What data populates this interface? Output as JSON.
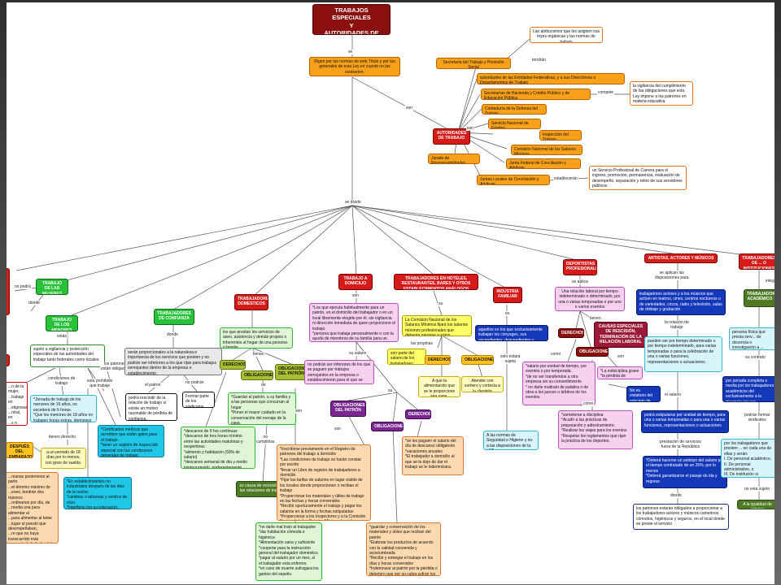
{
  "nodes": {
    "title": "TRABAJOS ESPECIALES\nY\nAUTORIDADES DE TRABAJO",
    "rigen": "Rigen por las normas de este Título y por las generales de esta Ley en cuanto no las contraríen.",
    "autoridades": "AUTORIDADES DE TRABAJO",
    "stps": "Secretaría del Trabajo y Previsión Social",
    "stps_attr": "Las atribuciones que les asignen sus leyes orgánicas y las normas de trabajo",
    "entidades": "autoridades de las Entidades Federativas, y a sus Direcciones o Departamentos de Trabajo",
    "shcp": "Secretarías de Hacienda y Crédito Público y de Educación Pública",
    "shcp_comp": "la vigilancia del cumplimiento de las obligaciones que esta Ley impone a los patrones en materia educativa",
    "defensa": "Contaduría de la Defensa del Trabajo",
    "empleo": "Servicio Nacional de Empleo",
    "inspeccion": "Inspección del Trabajo",
    "salarios": "Comisión Nacional de los Salarios Mínimos",
    "junta_fed": "Junta Federal de Conciliación y Arbitraje",
    "juntas_locales": "Juntas Locales de Conciliación y Arbitraje",
    "jurado": "Jurado de Responsabilidades.",
    "servicio_prof": "un Servicio Profesional de Carrera para el ingreso, promoción, permanencia, evaluación de desempeño, separación y retiro de sus servidores públicos.",
    "red_left": "",
    "mujeres": "TRABAJO DE LAS MUJERES",
    "menores": "TRABAJO DE LOS MENORES",
    "menores_desc": "sujeto a vigilancia y protección especiales de las autoridades del trabajo tanto federales como locales.",
    "cond_trabajo": "",
    "menores_16": "*Jornada de trabajo de los menores de 16 años, no excederá de 6 horas.\n*Que los menores de 18 años no trabajen horas extras, domingos y descanso obligatorio",
    "periodo_vac": "a un periodo de 18 días por lo menos, con goce de sueldo.",
    "despues": "DESPUÉS DEL EMBARAZO",
    "mujer_left": "...n de la mujer,\n...trabajo en\n...eligrosas,\n...ntral, en\n...s o después\n... de la noche,\n...ordinarias.",
    "mujer_emb": "...manas posteriores al parto\n...el término máximo de\n...eses,   tendrán dos reposos\n...ordinarios por día,   de\n...media una para alimentar al\n...para alimentar al bebe\n...lugar al puesto que desempeñaban,\n...re que no haya transcurrido más\n...a partir de la fecha del parto.\n...n computen en su antigüedad los\n...s pre y pos natales\n...de guardería infantil se prestarán\n...nstituto Mexicano del Seguro Social",
    "patrones_menores": "*Certificados médicos que acrediten que están aptos para el trabajo.\n*tener un registro de inspección especial con las condiciones generales de trabajo.\n*Distribuir su trabajo para que cuente con el tiempo necesario para el estudio",
    "establecimientos": "*En establecimientos no industriales después de las diez de la noche.\n*cantinas o tabernas y centros de vicio\n*Interfiera con su educación, esparcimiento y   recreación",
    "confianza": "TRABAJADORES DE CONFIANZA",
    "confianza_desc": "serán proporcionales a la naturaleza e importancia de los servicios que presten y no podrán ser inferiores a los que rijan  para trabajos semejantes dentro de la empresa o establecimiento.",
    "rescindir": "podrá rescindir de la relación de trabajo si existe un motivo razonable de pérdida de confianza.",
    "sindicatos": "Formar parte de los sindicatos.",
    "domesticos": "TRABAJADORES DOMESTICOS",
    "dom_desc": "los que prestan los servicios de aseo, asistencia y demás propios o inherentes al hogar de una persona o familia.",
    "derechos_dom": "DERECHOS",
    "oblig_dom": "OBLIGACIONES",
    "oblig_patron_dom": "OBLIGACIONES DEL PATRÓN",
    "descanso_dom": "*descanso de 9 hrs continuas\n*descanso de tres horas mínimo entre las actividades matutinas y vespertinas\n*alimento y habitación (50% de salario)\n*descanso semanal de día y medio ininterrumpido, preferentemente sábado y domingos.",
    "guardar_dom": "*Guardar al patrón, a su familia y a las personas que concurran al hogar\n*Poner el mayor cuidado en la conservación del menaje de la casa.",
    "rescision_dom": "es causa de rescisión de las relaciones de trabajo",
    "patron_dom": "*no darle mal trato al trabajador\n*dar habitación cómoda e higiénica\n*Alimentación sana y suficiente\n*cooperar para la instrucción general del trabajador doméstico\n*pagar al salario por un mes, si el trabajador esta enfermo.\n*en caso de muerte sufragara los gastos del sepelio.",
    "domicilio": "TRABAJO A DOMICILIO",
    "dom_def": "*Los que ejecuta habitualmente para un patrón, en el domicilio del trabajador o en un local libremente elegido por él, sin vigilancia ni dirección inmediata de quien proporcione el trabajo.\n*persona que trabaja personalmente o con la ayuda de miembros de su familia para un patrón.",
    "no_devengar": "no podrán ser inferiores de los que se paguen por trabajos semejantes en la empresa o establecimiento para el que se realice el trabajo.",
    "oblig_patron_domic": "OBLIGACIONES DEL PATRÓN",
    "obligaciones_domic": "OBLIGACIONES",
    "derechos_domic": "DERECHOS",
    "inscribir": "*Inscribirse previamente en el Registro de patrones del trabajo a domicilio\n*Las condiciones de trabajo se harán constar por escrito\n*llevar un Libro de registro de trabajadores a domicilio\n*Fijar las tarifas de salarios en lugar visible de los locales donde proporcionen o reciban el trabajo\n*Proporcionar los materiales y útiles de trabajo en las fechas y horas convenidos\n*Recibir oportunamente el trabajo y pagar los salarios en la forma y fechas estipuladas\n*Proporcionar a los Inspectores y a la Comisión Nacional de los Salarios Mínimos los informes que le soliciten.",
    "guardar_domic": "*guardar y conservación de los materiales y útiles que reciban del patrón\n*Elaborar los productos de acuerdo con la calidad convenida y acostumbrada\n*Recibir y entregar el trabajo en los días y horas convenidos\n*Indemnizar al patrón por la pérdida o deterioro que por su culpa sufran los materiales y útiles que reciban.",
    "salario_desc": "*se les paguen el salario del día de descanso obligatorio\n*vacaciones anuales\n*El trabajador a domicilio al que se le deje de dar el trabajo se le indemnizara.",
    "hoteles": "TRABAJADORES EN HOTELES, RESTAURANTES, BARES Y OTROS ESTABLECIMIENTOS ANÁLOGOS",
    "comision_hot": "La Comisión Nacional de los Salarios Mínimos fijará los salarios mínimos profesionales que deberán pagarse a estos trabajadores",
    "propinas": "son parte del salario de los trabajadores",
    "derechos_hot": "DERECHOS",
    "oblig_hot": "OBLIGACIONES",
    "alimentacion_hot": "A que la alimentación que se le proporcione sea sana, abundante y nutritiva",
    "esmero_hot": "Atender con esmero y cortesía a la clientela",
    "familiar": "INDUSTRIA FAMILIAR",
    "familiar_desc": "aquellos en los que exclusivamente trabajan los cónyuges, sus ascendientes, descendientes y pupilos.",
    "seguridad": "A las normas de Seguridad e Higiene y no a las disposiciones de la LFT",
    "deportistas": "DEPORTISTAS PROFESIONALES",
    "relacion_dep": "Una relación laboral por tiempo indeterminado o determinado, por una o varias temporadas o por uno o varios eventos",
    "derechos_dep": "DERECHOS",
    "causas_dep": "CAUSAS ESPECIALES DE RESCISIÓN, TERMINACIÓN DE LA RELACIÓN LABORAL",
    "oblig_dep": "OBLIGACIONES",
    "salario_dep": "*salario por unidad de tiempo, por eventos o por temporada.\n*de no ser transferidos a otra empresa sin su consentimiento\n* no darle maltrato de palabra o de obra a los jueces o árbitros de los eventos",
    "indisciplina": "*La indisciplina grave\n*la pérdida de facultades",
    "someterse": "*someterse a disciplina\n*Acudir a las prácticas de preparación y adiestramiento.\n*Realizar los viajes para los eventos\n*Respetar los reglamentos que rijan la práctica de los deportes.",
    "no_violatorio": "No es violatorio del principio de igualdad de salario",
    "artistas": "ARTISTAS, ACTORES Y MÚSICOS",
    "artistas_desc": "trabajadores actores y a los músicos que actúen en teatros, cines, centros nocturnos o de variedades, circos, radio y televisión, salas de doblaje y grabación",
    "tiempo_art": "pueden ser por tiempo determinado o por tiempo indeterminado, para varias temporadas o para la celebración de una o varias funciones, representaciones o actuaciones.",
    "estipular_art": "podrá estipularse por unidad de tiempo, para una o varias temporadas o para una o varias funciones, representaciones o actuaciones",
    "deberá_art": "*Deberá hacerse un anticipo del salario por el tiempo contratado de un 25%, por lo menos\n*Deberá garantizarse el pasaje de ida y regreso",
    "patrones_art": "los patrones estarán obligados a proporcionar a los trabajadores actores y músicos camerinos cómodos, higiénicos y seguros, en el local donde se preste el servicio",
    "academicos": "TRABAJADORES DE ... O INSTITUCIONES DE ...",
    "trab_academico": "TRABAJADOR ACADÉMICO",
    "fisica_acad": "persona física que presta serv... de docencia o investigación a ... universidades o instituciones ...",
    "jornada_acad": "por jornada completa o media por los trabajadores académicos del exclusivamente a la docencia por ser contratados por hora clase",
    "prestacion_acad": "por los trabajadores que presten ... en cada una de ellas y serán:\nI. De personal académico,\nII. De personal administrativo, o\nIII. De institución si comprende a am... trabajadores.",
    "igualdad_acad": "A la igualdad de salarios"
  },
  "labels": {
    "se": "se",
    "son": "son",
    "son2": "son",
    "tendran": "tendrán",
    "compete": "compete",
    "estableceran": "establecerán",
    "se_divide": "se divide",
    "no_podra": "no podrá",
    "donde": "donde",
    "estan": "están",
    "condiciones": "condiciones de\ntrabajo",
    "esta_prohibido": "esta prohibido\nque trabaje",
    "los_patrones": "los patrones\nestán obligados",
    "tienen_derecho": "tienen derecho",
    "el_patron": "el patron",
    "no_podran": "no podrán",
    "tienen": "tienen",
    "de": "de",
    "no_cumplirlas": "no\ncumplirlas",
    "son3": "son",
    "su_salario": "su salario",
    "las_propinas": "las propinas",
    "su": "su",
    "como": "como",
    "es": "es",
    "solo_estara": "solo estará\nsujeta",
    "se_aplica": "se aplica",
    "tienen2": "tienen",
    "aplican": "se aplican las\ndisposiciones para",
    "relacion_de_trabajo": "la relación de\ntrabajo",
    "el_salario": "el salario",
    "prestacion": "prestación de servicios\nfuera de la República",
    "donde2": "donde",
    "integ": "integ",
    "su_contrato": "su contrato",
    "podran": "podrán formar\nsindicatos",
    "no_esta": "no esta sujeto"
  }
}
